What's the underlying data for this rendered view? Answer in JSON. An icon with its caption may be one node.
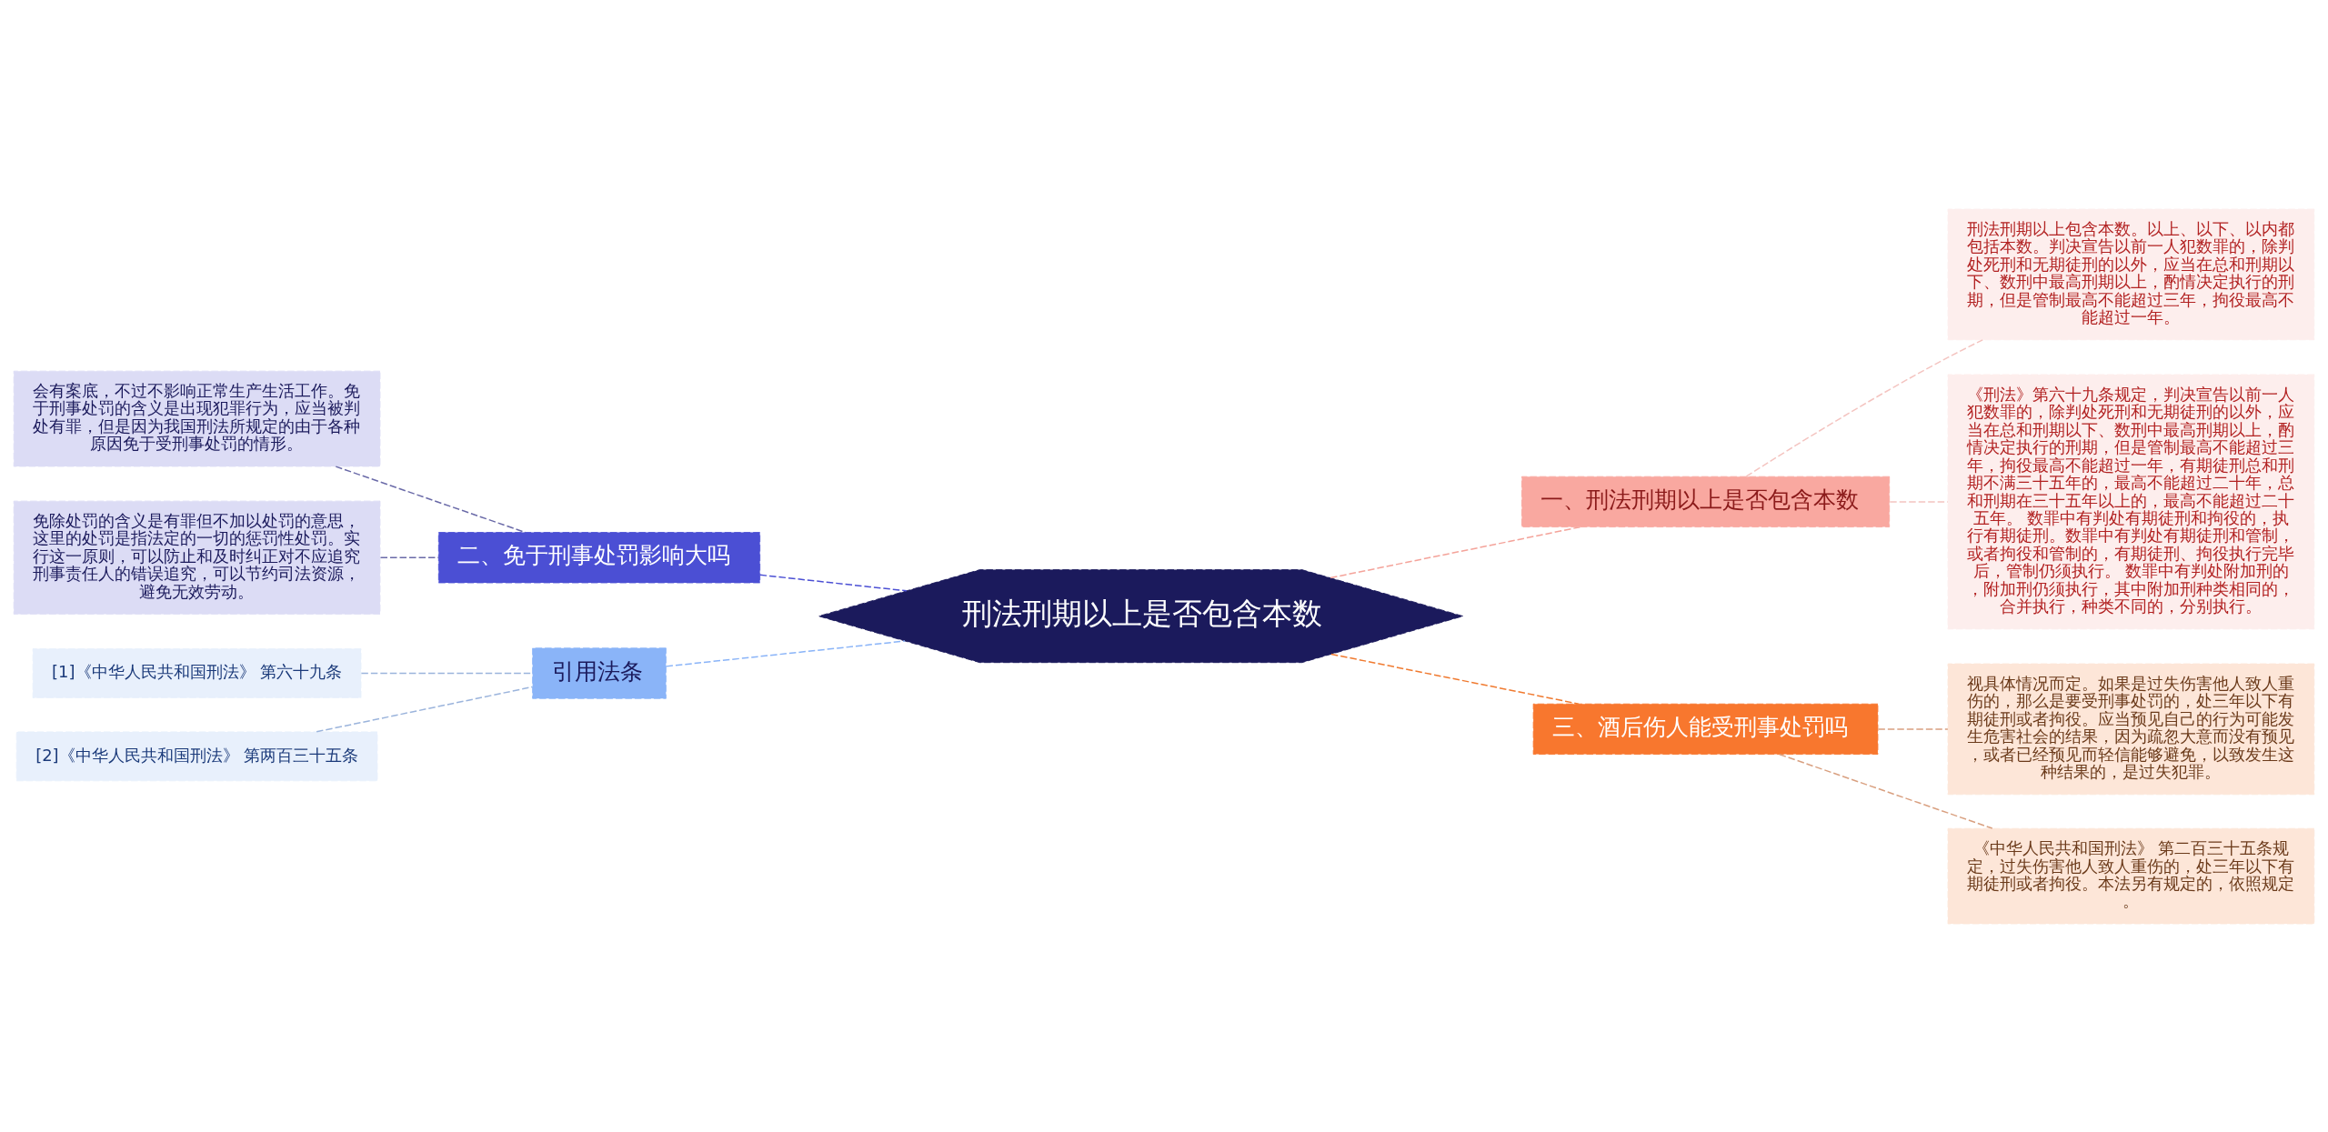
{
  "diagram": {
    "nodes": [
      {
        "text": [
          "刑法刑期以上是否包含本数"
        ]
      },
      {
        "text": [
          "一、刑法刑期以上是否包含本数"
        ]
      },
      {
        "text": [
          "刑法刑期以上包含本数。以上、以下、以内都包括本数。判决宣告以前一人犯数罪的，除判处死刑和无期徒刑的以外，应当在总和刑期以下、数刑中最高刑期以上，酌情决定执行的刑期，但是管制最高不能超过三年，拘役最高不能超过一年。"
        ]
      },
      {
        "text": [
          "《刑法》第六十九条规定，判决宣告以前一人犯数罪的，除判处死刑和无期徒刑的以外，应当在总和刑期以下、数刑中最高刑期以上，酌情决定执行的刑期，但是管制最高不能超过三年，拘役最高不能超过一年，有期徒刑总和刑期不满三十五年的，最高不能超过二十年，总和刑期在三十五年以上的，最高不能超过二十五年。 数罪中有判处有期徒刑和拘役的，执行有期徒刑。数罪中有判处有期徒刑和管制，或者拘役和管制的，有期徒刑、拘役执行完毕后，管制仍须执行。 数罪中有判处附加刑的，附加刑仍须执行，其中附加刑种类相同的，合并执行，种类不同的，分别执行。"
        ]
      },
      {
        "text": [
          "三、酒后伤人能受刑事处罚吗"
        ]
      },
      {
        "text": [
          "视具体情况而定。如果是过失伤害他人致人重伤的，那么是要受刑事处罚的，处三年以下有期徒刑或者拘役。应当预见自己的行为可能发生危害社会的结果，因为疏忽大意而没有预见，或者已经预见而轻信能够避免，以致发生这种结果的，是过失犯罪。"
        ]
      },
      {
        "text": [
          "《中华人民共和国刑法》 第二百三十五条规定，过失伤害他人致人重伤的，处三年以下有期徒刑或者拘役。本法另有规定的，依照规定。"
        ]
      },
      {
        "text": [
          "二、免于刑事处罚影响大吗"
        ]
      },
      {
        "text": [
          "会有案底，不过不影响正常生产生活工作。免于刑事处罚的含义是出现犯罪行为，应当被判处有罪，但是因为我国刑法所规定的由于各种原因免于受刑事处罚的情形。"
        ]
      },
      {
        "text": [
          "免除处罚的含义是有罪但不加以处罚的意思，这里的处罚是指法定的一切的惩罚性处罚。实行这一原则，可以防止和及时纠正对不应追究刑事责任人的错误追究，可以节约司法资源，避免无效劳动。"
        ]
      },
      {
        "text": [
          "引用法条"
        ]
      },
      {
        "text": [
          "[1]《中华人民共和国刑法》 第六十九条"
        ]
      },
      {
        "text": [
          "[2]《中华人民共和国刑法》 第两百三十五条"
        ]
      }
    ],
    "edges": [
      {
        "from": 0,
        "to": 1,
        "arrow": "none",
        "style": "dashed",
        "color": "#f4a39a"
      },
      {
        "from": 1,
        "to": 2,
        "arrow": "none",
        "style": "dashed",
        "color": "#f4c4c0"
      },
      {
        "from": 1,
        "to": 3,
        "arrow": "none",
        "style": "dashed",
        "color": "#f4c4c0"
      },
      {
        "from": 0,
        "to": 4,
        "arrow": "none",
        "style": "dashed",
        "color": "#f07a30"
      },
      {
        "from": 4,
        "to": 5,
        "arrow": "none",
        "style": "dashed",
        "color": "#d9a080"
      },
      {
        "from": 4,
        "to": 6,
        "arrow": "none",
        "style": "dashed",
        "color": "#d9a080"
      },
      {
        "from": 0,
        "to": 7,
        "arrow": "none",
        "style": "dashed",
        "color": "#4b4fd4"
      },
      {
        "from": 7,
        "to": 8,
        "arrow": "none",
        "style": "dashed",
        "color": "#6a6aa8"
      },
      {
        "from": 7,
        "to": 9,
        "arrow": "none",
        "style": "dashed",
        "color": "#6a6aa8"
      },
      {
        "from": 0,
        "to": 10,
        "arrow": "none",
        "style": "dashed",
        "color": "#8ab4f8"
      },
      {
        "from": 10,
        "to": 11,
        "arrow": "none",
        "style": "dashed",
        "color": "#9bb4dc"
      },
      {
        "from": 10,
        "to": 12,
        "arrow": "none",
        "style": "dashed",
        "color": "#9bb4dc"
      }
    ]
  }
}
